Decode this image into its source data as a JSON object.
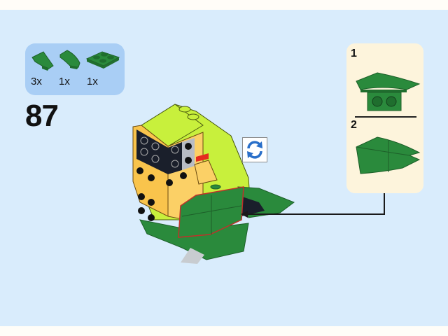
{
  "step": {
    "number": "87"
  },
  "parts_list": {
    "items": [
      {
        "name": "wedge-slope-part",
        "qty": "3x",
        "color": "#2a8a3c"
      },
      {
        "name": "curved-slope-part",
        "qty": "1x",
        "color": "#2a8a3c"
      },
      {
        "name": "plate-2x2-part",
        "qty": "1x",
        "color": "#2a8a3c"
      }
    ]
  },
  "callout": {
    "substeps": [
      {
        "label": "1"
      },
      {
        "label": "2"
      }
    ]
  },
  "rotate_icon": {
    "name": "rotate-model-icon",
    "color": "#2a6fc9"
  },
  "colors": {
    "background": "#d9ecfc",
    "parts_panel": "#a9cef5",
    "callout_panel": "#fdf4dc",
    "dark_green": "#2a8a3c",
    "lime": "#c8f03c",
    "yellow_orange": "#f9c44c",
    "black": "#1a1f2b",
    "red": "#e52b1f"
  }
}
